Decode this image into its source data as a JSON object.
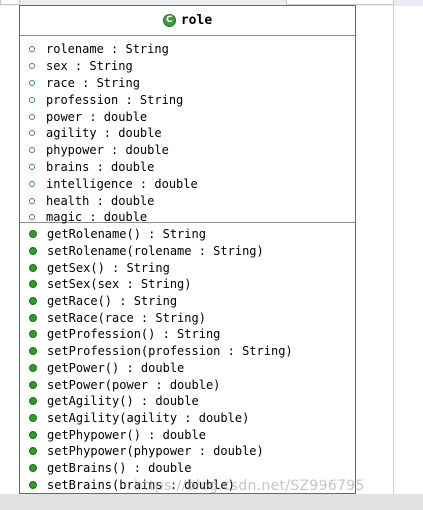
{
  "class": {
    "icon": "class-icon",
    "icon_glyph": "C",
    "name": "role",
    "icon_color": "#3f9a3f"
  },
  "attributes": [
    "rolename : String",
    "sex : String",
    "race : String",
    "profession : String",
    "power : double",
    "agility : double",
    "phypower : double",
    "brains : double",
    "intelligence : double",
    "health : double",
    "magic : double"
  ],
  "operations": [
    "getRolename() : String",
    "setRolename(rolename : String)",
    "getSex() : String",
    "setSex(sex : String)",
    "getRace() : String",
    "setRace(race : String)",
    "getProfession() : String",
    "setProfession(profession : String)",
    "getPower() : double",
    "setPower(power : double)",
    "getAgility() : double",
    "setAgility(agility : double)",
    "getPhypower() : double",
    "setPhypower(phypower : double)",
    "getBrains() : double",
    "setBrains(brains : double)"
  ],
  "watermark": "https://blog.csdn.net/SZ996795"
}
